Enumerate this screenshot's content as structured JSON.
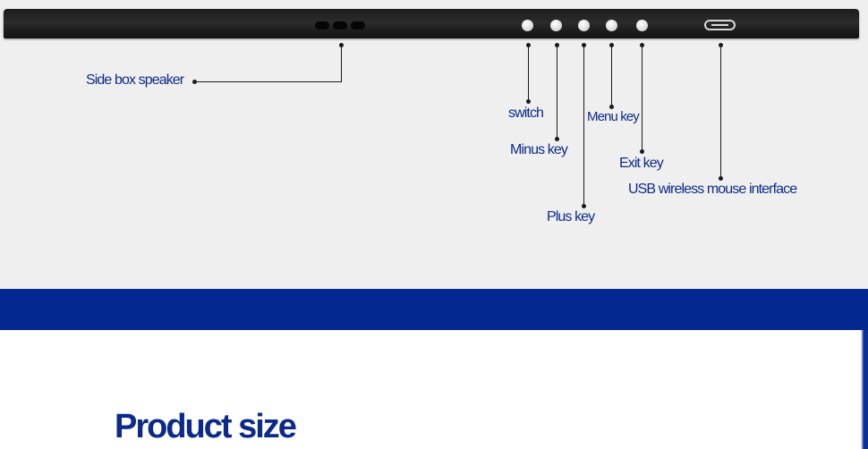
{
  "diagram": {
    "labels": {
      "side_box_speaker": "Side box speaker",
      "switch": "switch",
      "minus_key": "Minus key",
      "plus_key": "Plus key",
      "menu_key": "Menu key",
      "exit_key": "Exit key",
      "usb_interface": "USB wireless mouse interface"
    }
  },
  "section": {
    "title": "Product size"
  },
  "colors": {
    "label_text": "#0e2a8c",
    "band": "#032890",
    "background": "#efefef"
  }
}
